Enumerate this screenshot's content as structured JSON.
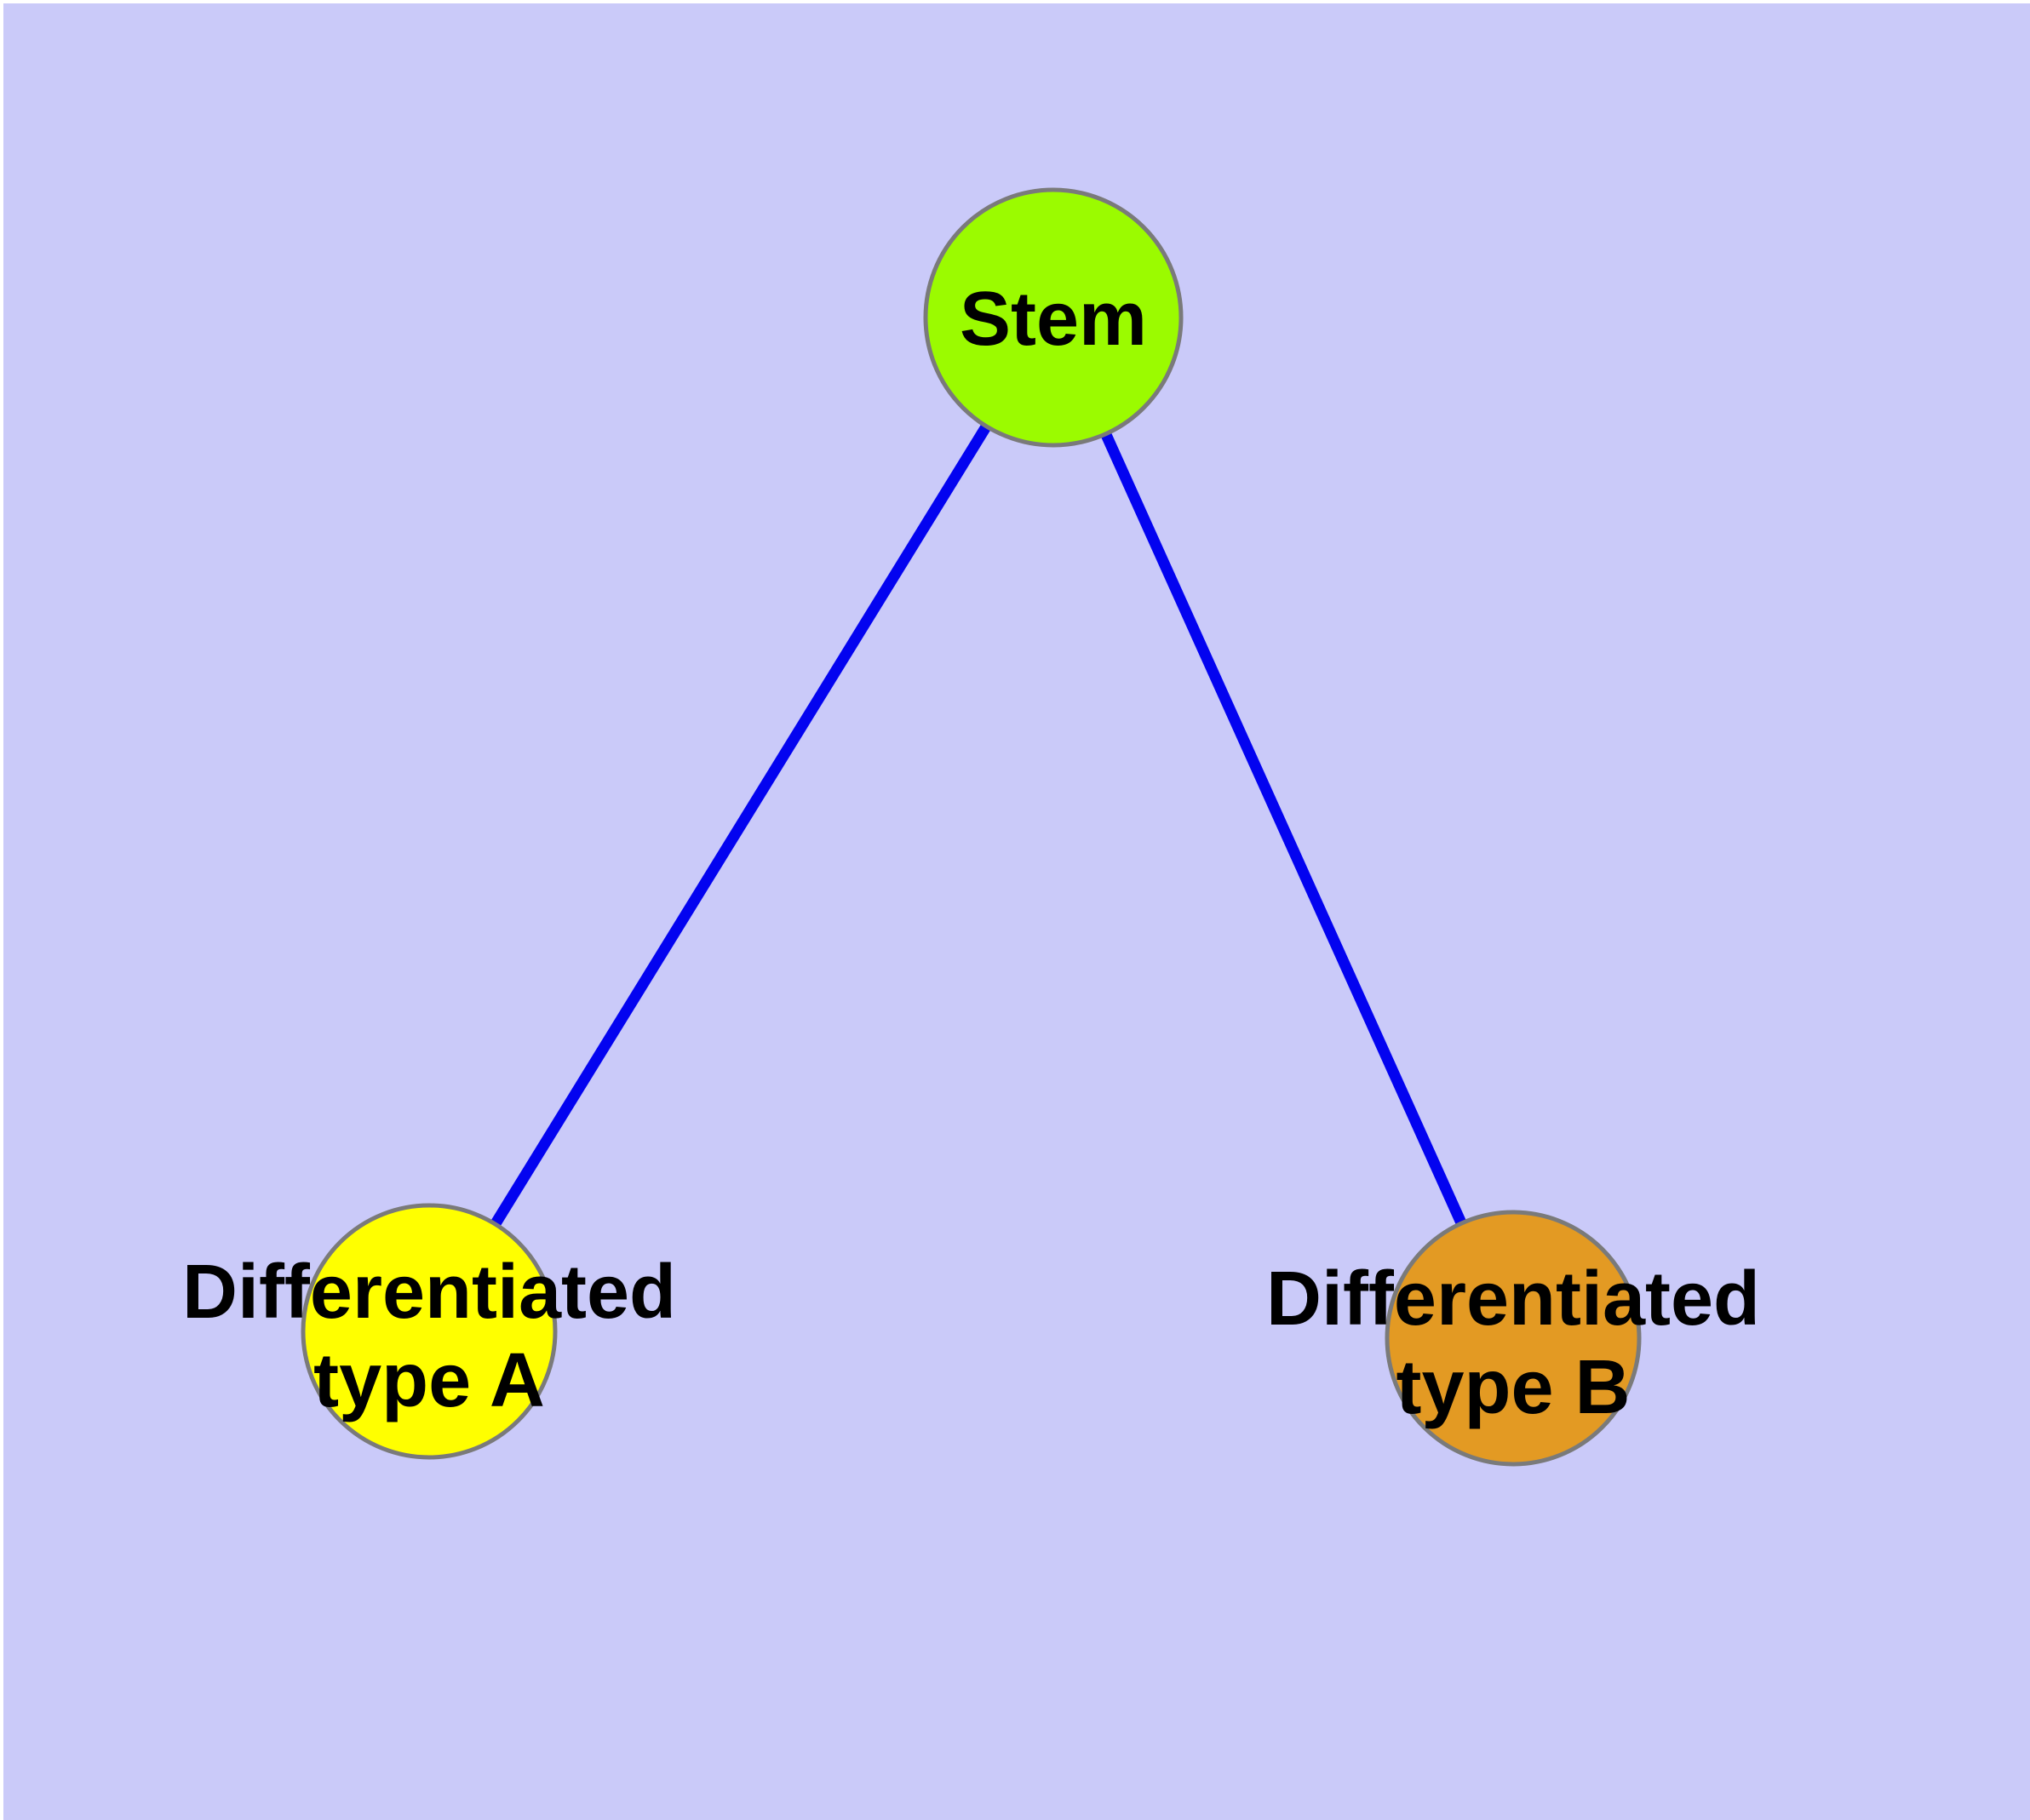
{
  "diagram": {
    "background_color": "#CACAF9",
    "frame_color": "#FFFFFF",
    "edge_color": "#0303F0",
    "node_border_color": "#7A7A7A",
    "label_color": "#000000",
    "nodes": [
      {
        "id": "stem",
        "label": "Stem",
        "fill_color": "#9BFB00"
      },
      {
        "id": "differentiated-type-a",
        "label": "Differentiated type A",
        "label_lines": [
          "Differentiated",
          "type A"
        ],
        "fill_color": "#FFFF00"
      },
      {
        "id": "differentiated-type-b",
        "label": "Differentiated type B",
        "label_lines": [
          "Differentiated",
          "type B"
        ],
        "fill_color": "#E39A23"
      }
    ],
    "edges": [
      {
        "from": "stem",
        "to": "differentiated-type-a"
      },
      {
        "from": "stem",
        "to": "differentiated-type-b"
      }
    ]
  }
}
